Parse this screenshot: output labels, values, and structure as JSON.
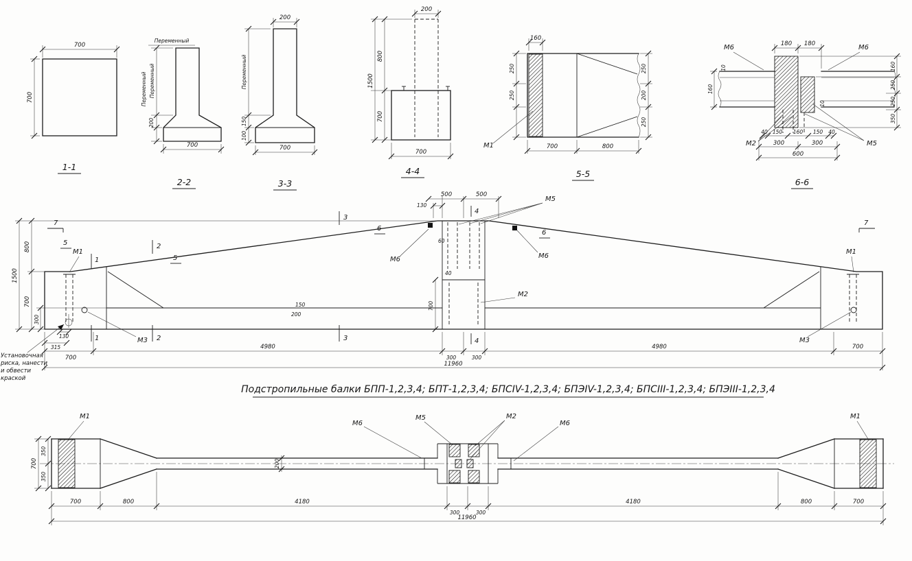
{
  "title": "Подстропильные балки БПП-1,2,3,4; БПТ-1,2,3,4; БПСIV-1,2,3,4; БПЭIV-1,2,3,4; БПСIII-1,2,3,4; БПЭIII-1,2,3,4",
  "sections": {
    "s1": {
      "label": "1-1",
      "dim_w": "700",
      "dim_h": "700"
    },
    "s2": {
      "label": "2-2",
      "var_top": "Переменный",
      "var_left_a": "Переменный",
      "var_left_b": "Переменный",
      "dim_flare": "200",
      "dim_base": "700"
    },
    "s3": {
      "label": "3-3",
      "dim_top": "200",
      "var_left": "Переменный",
      "dim_flare": "150",
      "dim_base_h": "100",
      "dim_base": "700"
    },
    "s4": {
      "label": "4-4",
      "dim_top": "200",
      "dim_total": "1500",
      "dim_upper": "800",
      "dim_lower": "700",
      "dim_base": "700"
    },
    "s5": {
      "label": "5-5",
      "dim_plate": "160",
      "left_a": "250",
      "left_b": "250",
      "right_a": "250",
      "right_b": "200",
      "right_c": "250",
      "mark_m1": "M1",
      "dim_end": "700",
      "dim_taper": "800"
    },
    "s6": {
      "label": "6-6",
      "dim_top_a": "180",
      "dim_top_b": "180",
      "mark_m6_l": "M6",
      "mark_m6_r": "M6",
      "mark_m2": "M2",
      "mark_m5": "M5",
      "dim_left": "160",
      "thk_l": "10",
      "thk_r": "10",
      "right_a": "160",
      "right_b": "250",
      "right_c": "250",
      "right_d": "350",
      "chain_a": "40",
      "chain_b": "150",
      "chain_c": "160",
      "chain_d": "150",
      "chain_e": "40",
      "dim_300_a": "300",
      "dim_300_b": "300",
      "dim_600": "600"
    }
  },
  "elevation": {
    "cut_7l": "7",
    "cut_7r": "7",
    "cut_1t": "1",
    "cut_1b": "1",
    "cut_2t": "2",
    "cut_2b": "2",
    "cut_3t": "3",
    "cut_3b": "3",
    "cut_4t": "4",
    "cut_4b": "4",
    "cut_5a": "5",
    "cut_5b": "5",
    "cut_6l": "6",
    "cut_6r": "6",
    "mark_m1_l": "M1",
    "mark_m1_r": "M1",
    "mark_m3_l": "M3",
    "mark_m3_r": "M3",
    "mark_m2": "M2",
    "mark_m5": "M5",
    "mark_m6_l": "M6",
    "mark_m6_r": "M6",
    "dim_total_h": "1500",
    "dim_800": "800",
    "dim_700_l": "700",
    "dim_300_chord": "300",
    "dim_130_top": "130",
    "dim_500_a": "500",
    "dim_500_b": "500",
    "dim_60": "60",
    "dim_40": "40",
    "dim_150_mid": "150",
    "dim_200_mid": "200",
    "dim_700_mid": "700",
    "dim_130_b": "130",
    "dim_315": "315",
    "ch_700_l": "700",
    "ch_4980_l": "4980",
    "ch_300_a": "300",
    "ch_300_b": "300",
    "ch_4980_r": "4980",
    "ch_700_r": "700",
    "dim_total_len": "11960"
  },
  "note": {
    "l1": "Установочная",
    "l2": "риска, нанести",
    "l3": "и обвести",
    "l4": "краской"
  },
  "plan": {
    "mark_m1_l": "M1",
    "mark_m6_l": "M6",
    "mark_m5": "M5",
    "mark_m2": "M2",
    "mark_m6_r": "M6",
    "mark_m1_r": "M1",
    "dim_700_side": "700",
    "dim_350_a": "350",
    "dim_350_b": "350",
    "dim_200_web": "200",
    "ch_700_l": "700",
    "ch_800_l": "800",
    "ch_4180_l": "4180",
    "ch_300_a": "300",
    "ch_300_b": "300",
    "ch_4180_r": "4180",
    "ch_800_r": "800",
    "ch_700_r": "700",
    "dim_total_len": "11960"
  }
}
